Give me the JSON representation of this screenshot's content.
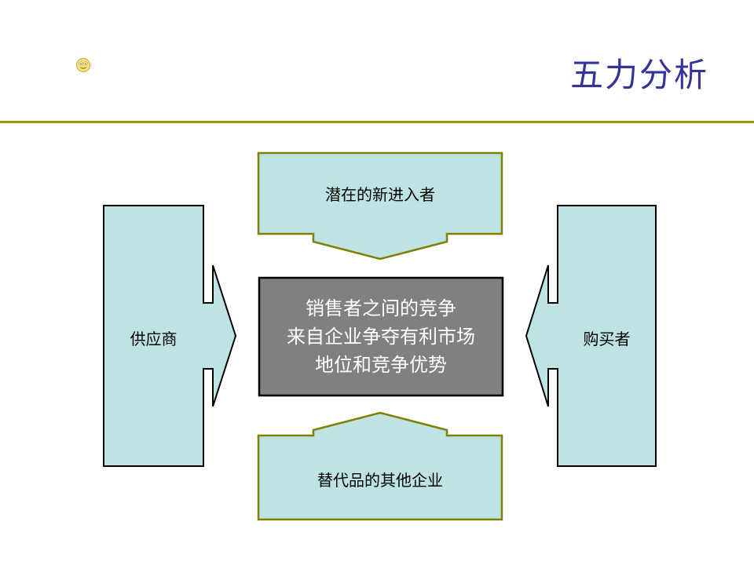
{
  "title": "五力分析",
  "colors": {
    "title": "#333399",
    "divider": "#999900",
    "box_fill": "#bde3e3",
    "box_stroke": "#000000",
    "arrow_stroke": "#808000",
    "center_fill": "#808080",
    "center_text": "#ffffff"
  },
  "icons": {
    "decoration": "smiley-icon"
  },
  "nodes": {
    "top": "潜在的新进入者",
    "left": "供应商",
    "right": "购买者",
    "bottom": "替代品的其他企业",
    "center": [
      "销售者之间的竞争",
      "来自企业争夺有利市场",
      "地位和竞争优势"
    ]
  }
}
